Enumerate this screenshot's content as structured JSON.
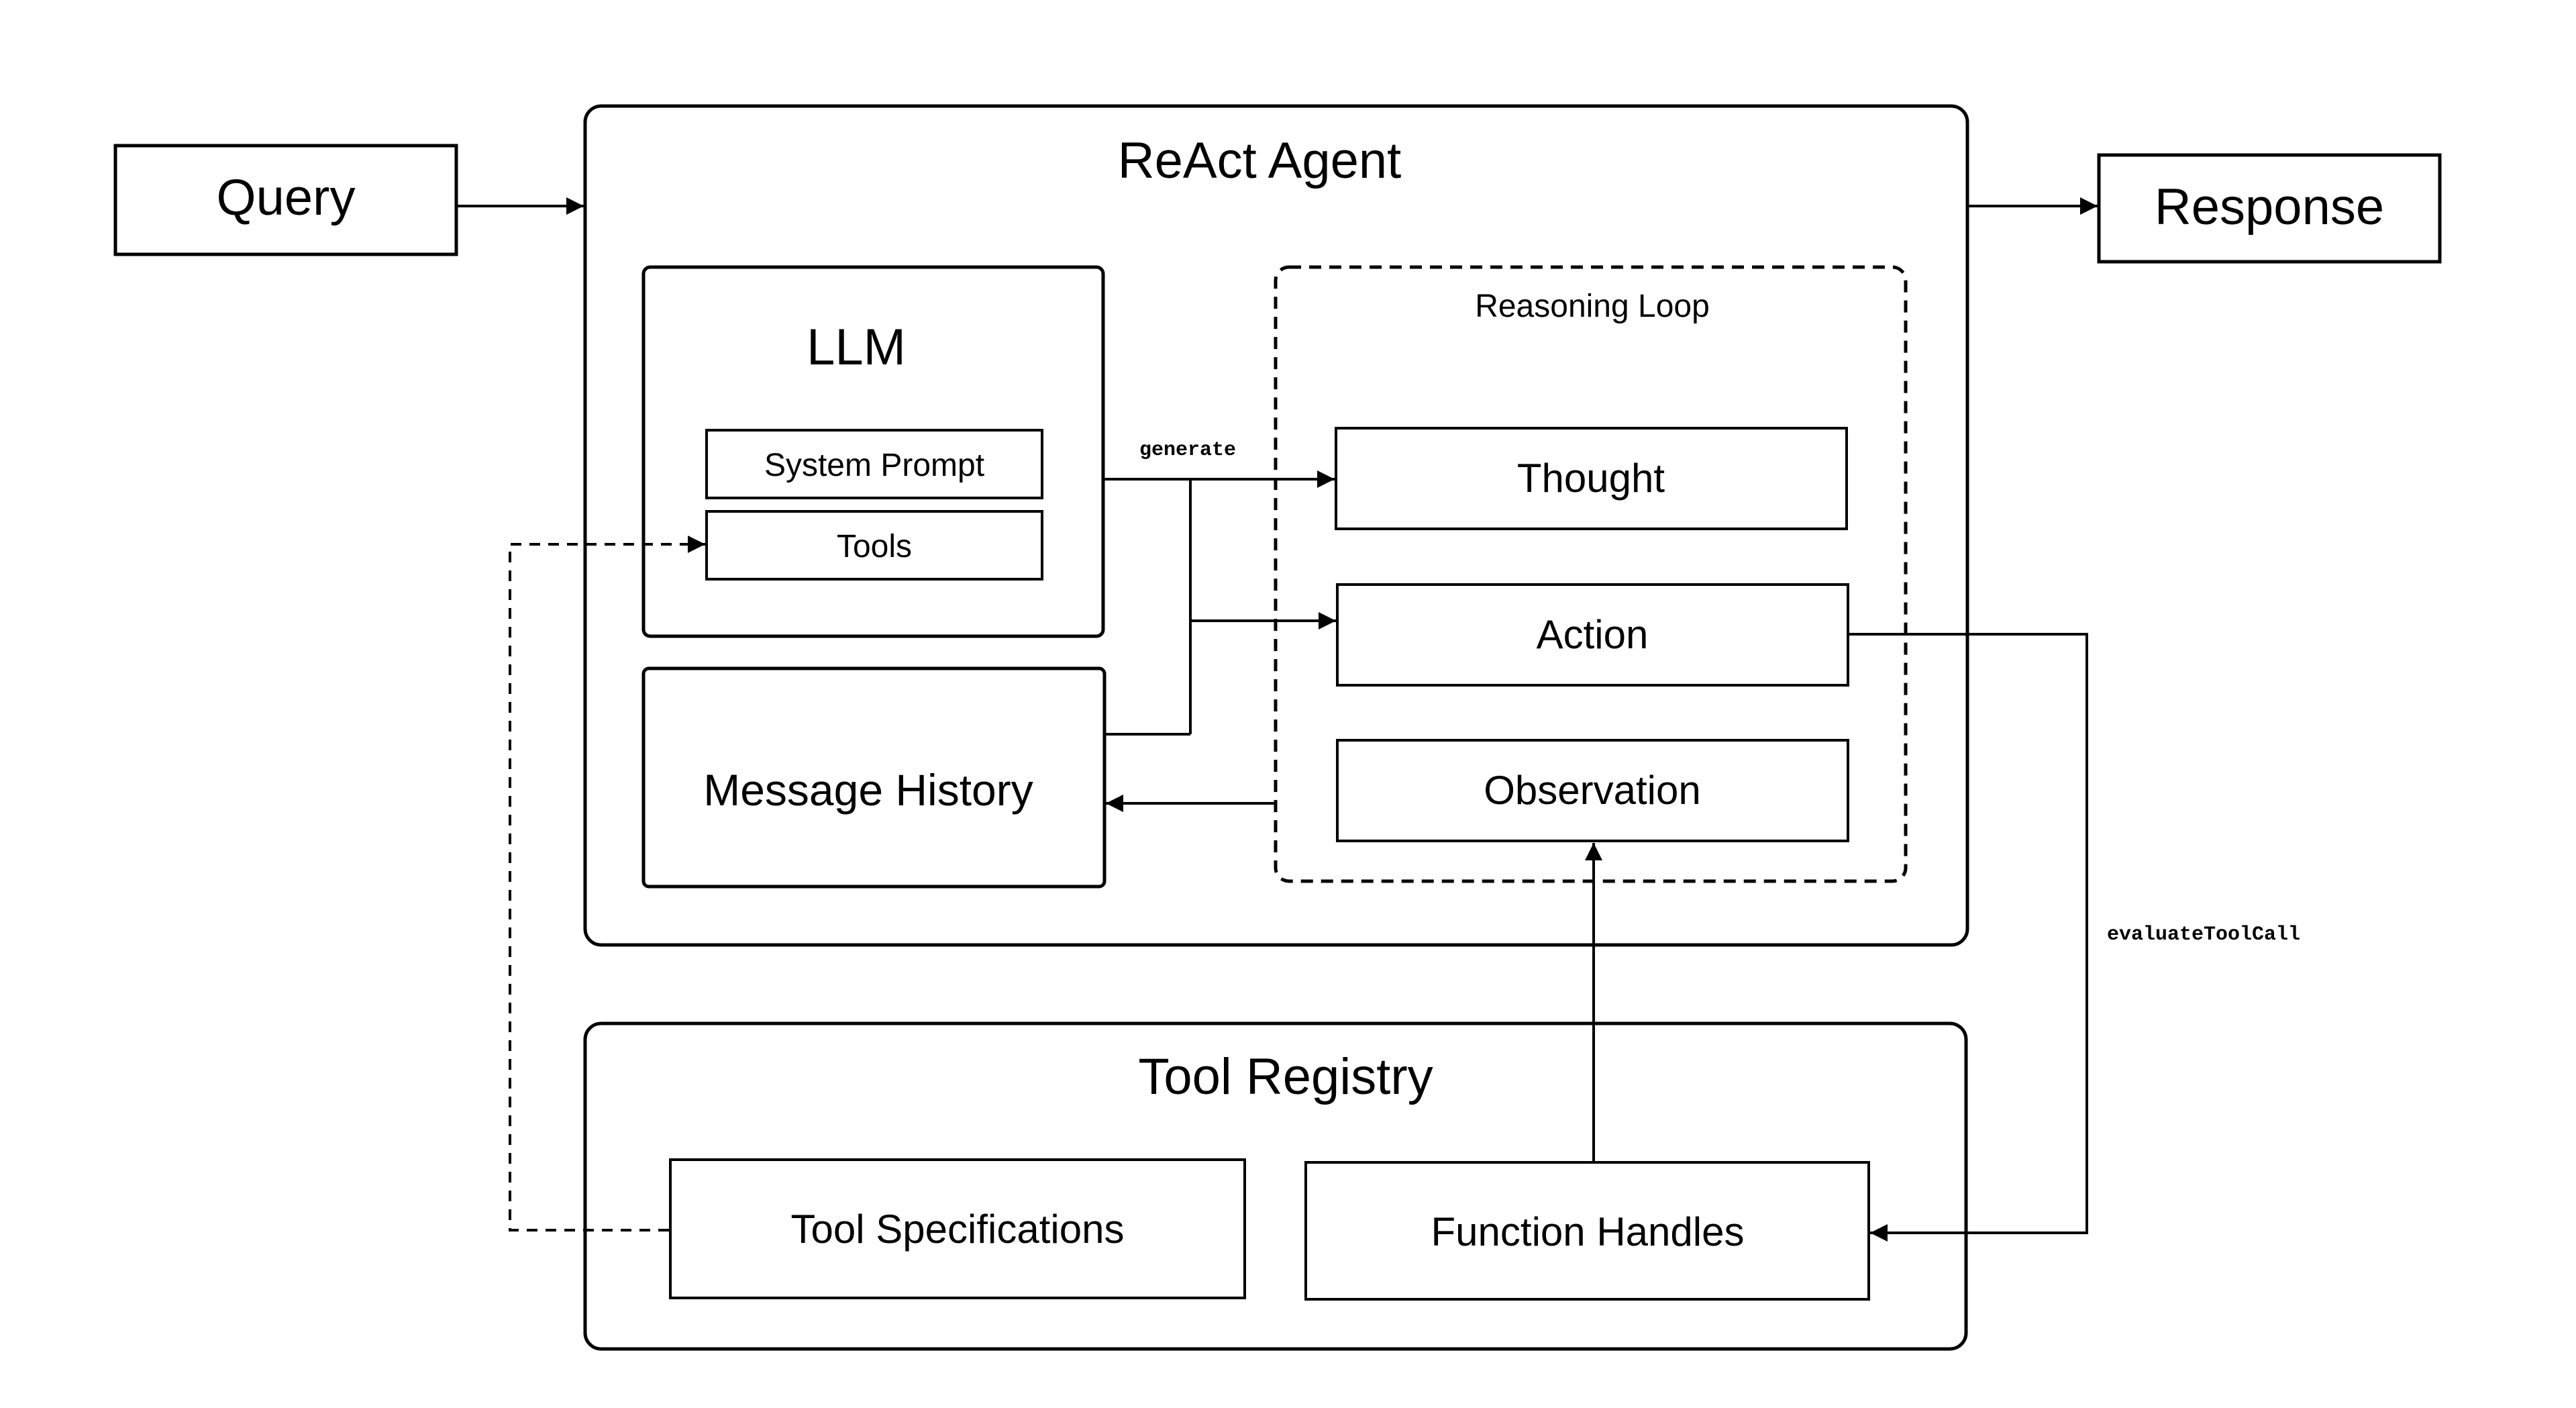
{
  "io": {
    "query": "Query",
    "response": "Response"
  },
  "agent": {
    "title": "ReAct Agent",
    "llm": {
      "title": "LLM",
      "system_prompt": "System Prompt",
      "tools": "Tools"
    },
    "message_history": "Message History",
    "reasoning_loop": {
      "title": "Reasoning Loop",
      "thought": "Thought",
      "action": "Action",
      "observation": "Observation"
    }
  },
  "registry": {
    "title": "Tool Registry",
    "tool_specifications": "Tool Specifications",
    "function_handles": "Function Handles"
  },
  "edge_labels": {
    "generate": "generate",
    "evaluate_tool_call": "evaluateToolCall"
  },
  "colors": {
    "stroke": "#000000",
    "background": "#ffffff"
  }
}
